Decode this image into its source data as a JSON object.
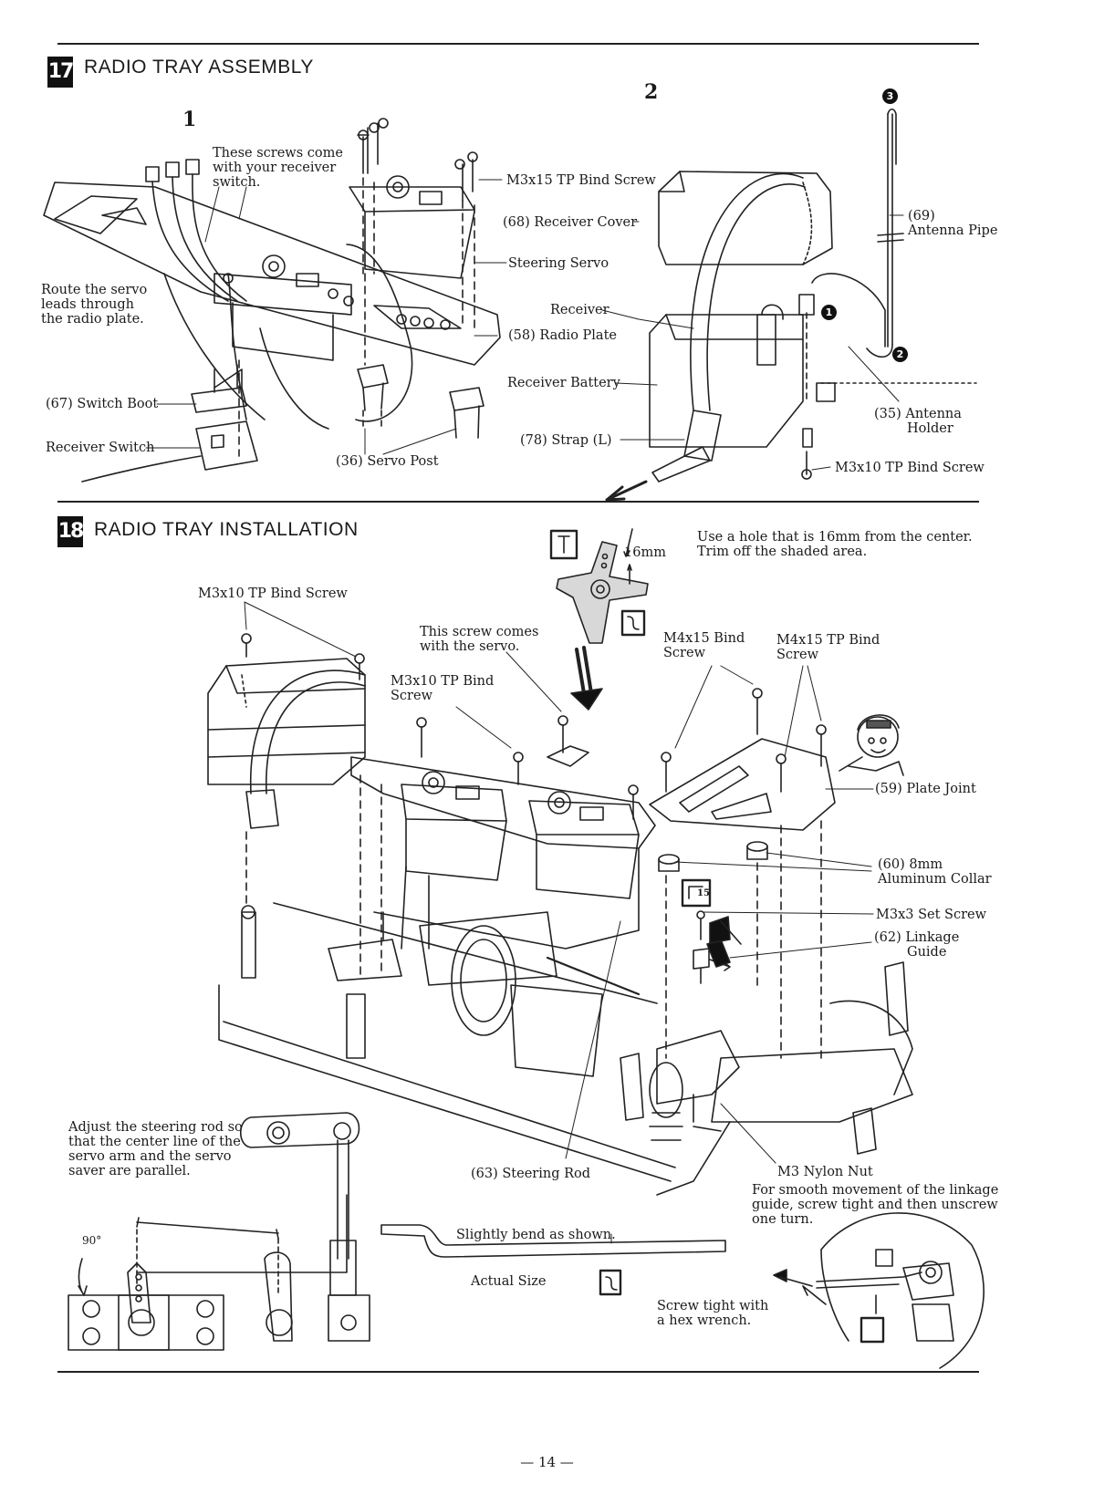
{
  "sections": [
    {
      "number": "17",
      "title": "RADIO TRAY ASSEMBLY",
      "substeps": [
        "1",
        "2"
      ]
    },
    {
      "number": "18",
      "title": "RADIO TRAY INSTALLATION"
    }
  ],
  "step17_labels": {
    "screws_note": [
      "These screws come",
      "with your receiver",
      "switch."
    ],
    "route_note": [
      "Route the servo",
      "leads through",
      "the radio plate."
    ],
    "switch_boot": "(67)  Switch Boot",
    "receiver_switch": "Receiver Switch",
    "servo_post": "(36)  Servo Post",
    "m3x15": "M3x15 TP Bind Screw",
    "receiver_cover": "(68)  Receiver Cover",
    "steering_servo": "Steering Servo",
    "receiver": "Receiver",
    "radio_plate": "(58)  Radio Plate",
    "receiver_battery": "Receiver Battery",
    "strap": "(78)  Strap  (L)",
    "antenna_pipe": [
      "(69)",
      "Antenna Pipe"
    ],
    "antenna_holder": [
      "(35)  Antenna",
      "Holder"
    ],
    "m3x10": "M3x10 TP Bind Screw",
    "markers": [
      "1",
      "2",
      "3"
    ]
  },
  "step18_labels": {
    "m3x10_top": "M3x10 TP Bind Screw",
    "horn_mm": "16mm",
    "hole_note": [
      "Use a hole that is 16mm from the center.",
      "Trim off the shaded area."
    ],
    "screw_with_servo": [
      "This screw comes",
      "with the servo."
    ],
    "m3x10_mid": [
      "M3x10 TP Bind",
      "Screw"
    ],
    "m4x15": [
      "M4x15 Bind",
      "Screw"
    ],
    "m4x15_tp": [
      "M4x15 TP Bind",
      "Screw"
    ],
    "plate_joint": "(59)  Plate Joint",
    "collar": [
      "(60)  8mm",
      "Aluminum Collar"
    ],
    "set_screw": "M3x3 Set Screw",
    "linkage_guide": [
      "(62)  Linkage",
      "Guide"
    ],
    "tool_size": "15",
    "adjust_note": [
      "Adjust the steering rod so",
      "that the center line of the",
      "servo arm and the servo",
      "saver are parallel."
    ],
    "steering_rod": "(63)  Steering Rod",
    "nylon_nut": "M3 Nylon Nut",
    "smooth_note": [
      "For smooth movement of the linkage",
      "guide, screw tight and then unscrew",
      "one turn."
    ],
    "bend_note": "Slightly bend as shown.",
    "actual_size": "Actual Size",
    "angle": "90°",
    "hex_note": [
      "Screw tight with",
      "a hex wrench."
    ]
  },
  "page_number": "— 14 —"
}
